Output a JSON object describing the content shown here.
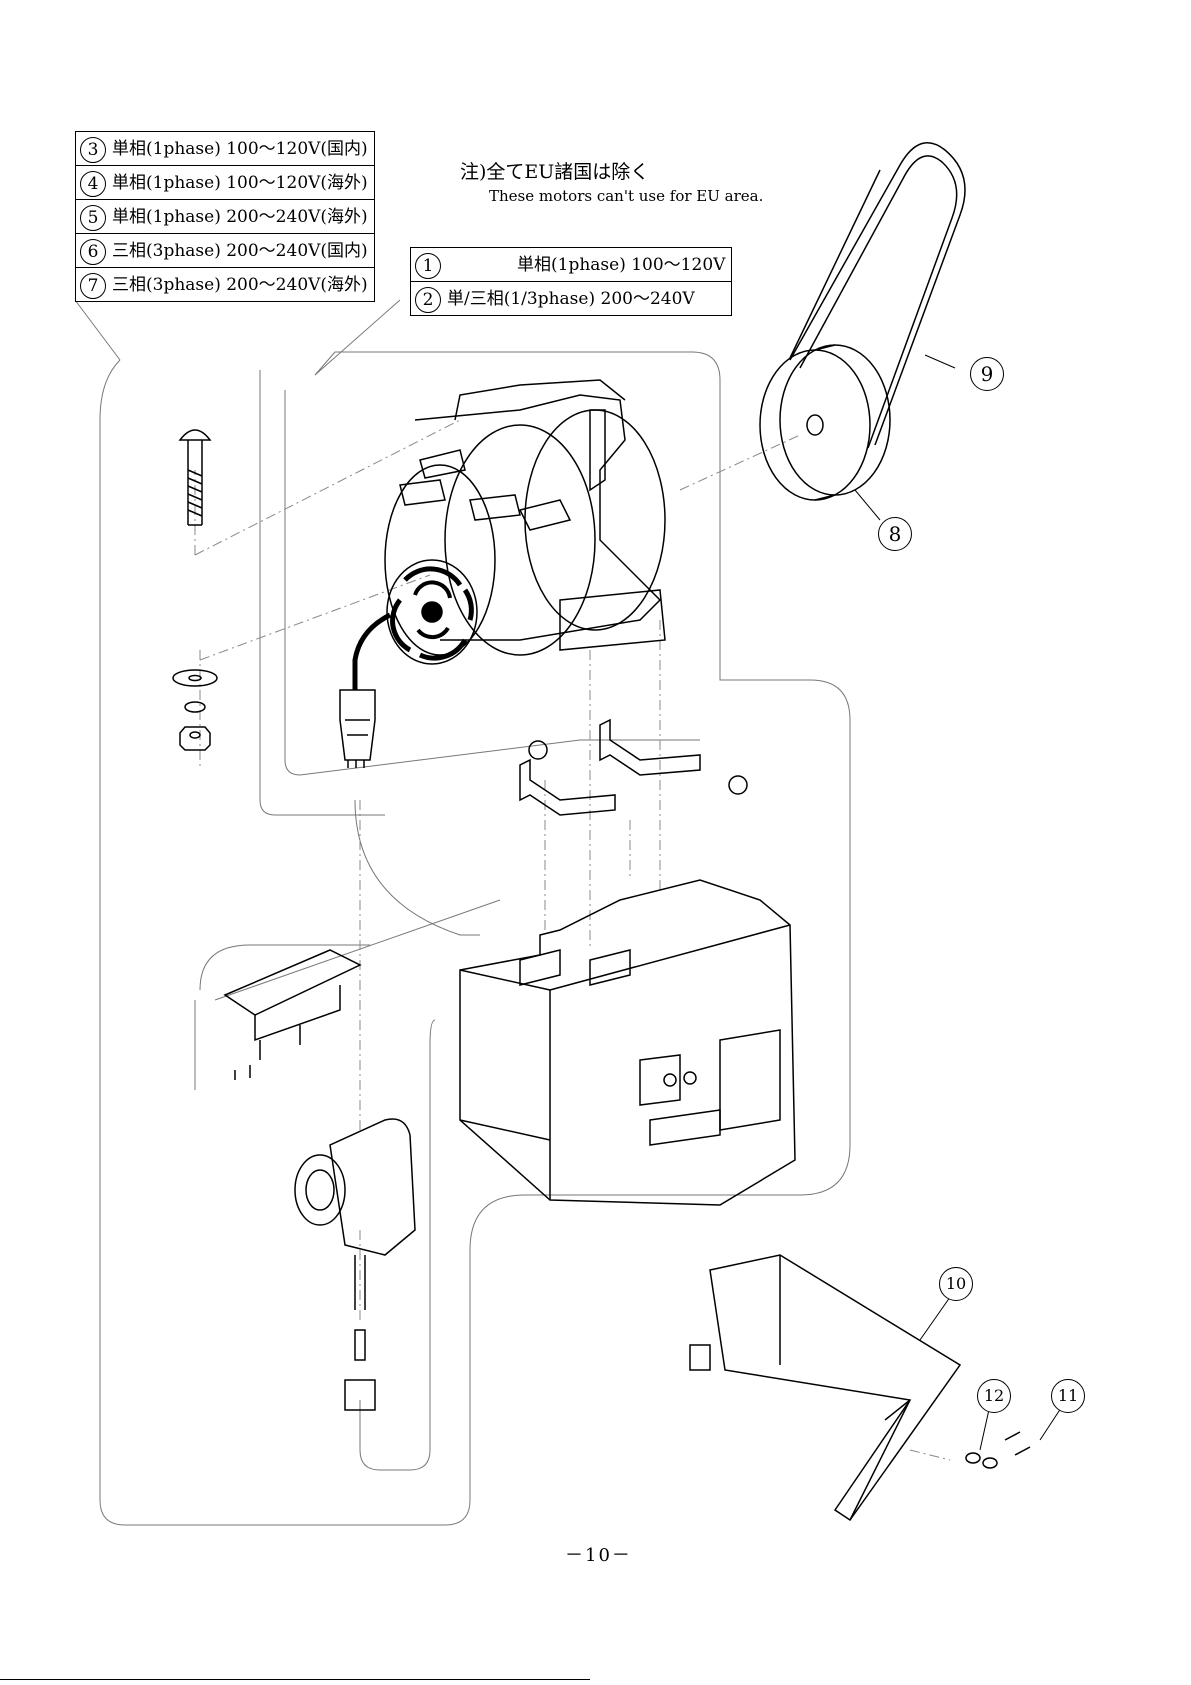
{
  "legend_left": [
    {
      "num": "3",
      "text": "単相(1phase) 100～120V(国内)"
    },
    {
      "num": "4",
      "text": "単相(1phase) 100～120V(海外)"
    },
    {
      "num": "5",
      "text": "単相(1phase) 200～240V(海外)"
    },
    {
      "num": "6",
      "text": "三相(3phase) 200～240V(国内)"
    },
    {
      "num": "7",
      "text": "三相(3phase) 200～240V(海外)"
    }
  ],
  "legend_right": [
    {
      "num": "1",
      "text": "単相(1phase) 100～120V"
    },
    {
      "num": "2",
      "text": "単/三相(1/3phase) 200～240V"
    }
  ],
  "note": {
    "jp": "注)全てEU諸国は除く",
    "en": "These motors can't use for EU area."
  },
  "callouts": {
    "c8": "8",
    "c9": "9",
    "c10": "10",
    "c11": "11",
    "c12": "12"
  },
  "page_number": "－10－"
}
